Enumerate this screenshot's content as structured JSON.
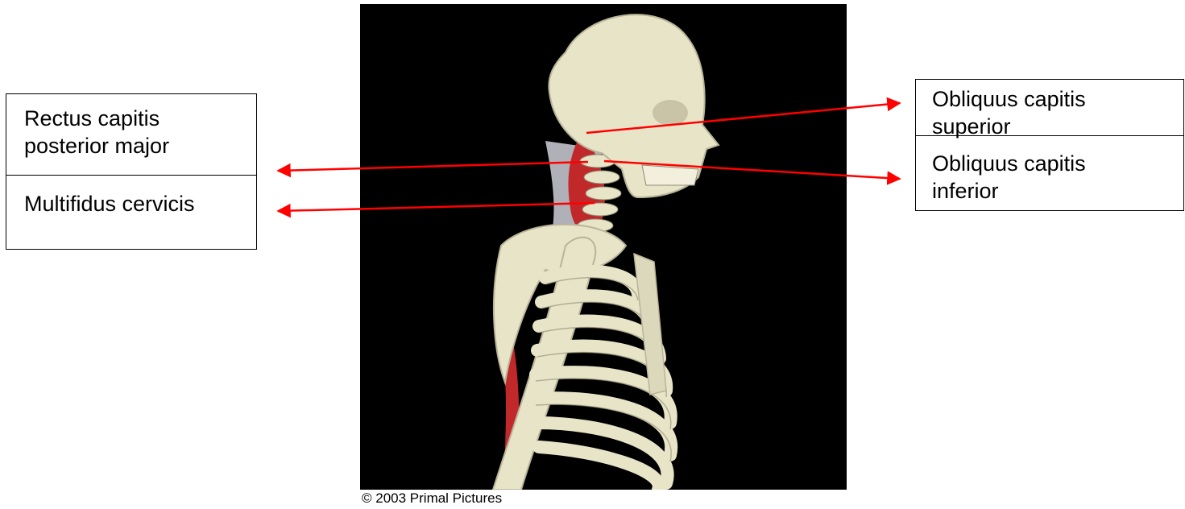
{
  "labels": {
    "rectus_capitis_posterior_major": "Rectus capitis\nposterior major",
    "multifidus_cervicis": "Multifidus cervicis",
    "obliquus_capitis_superior": "Obliquus capitis\nsuperior",
    "obliquus_capitis_inferior": "Obliquus capitis\ninferior"
  },
  "credit": "© 2003 Primal Pictures",
  "colors": {
    "arrow": "#ff0000",
    "background": "#000000",
    "bone": "#e8e4c8",
    "muscle": "#c0282a"
  }
}
